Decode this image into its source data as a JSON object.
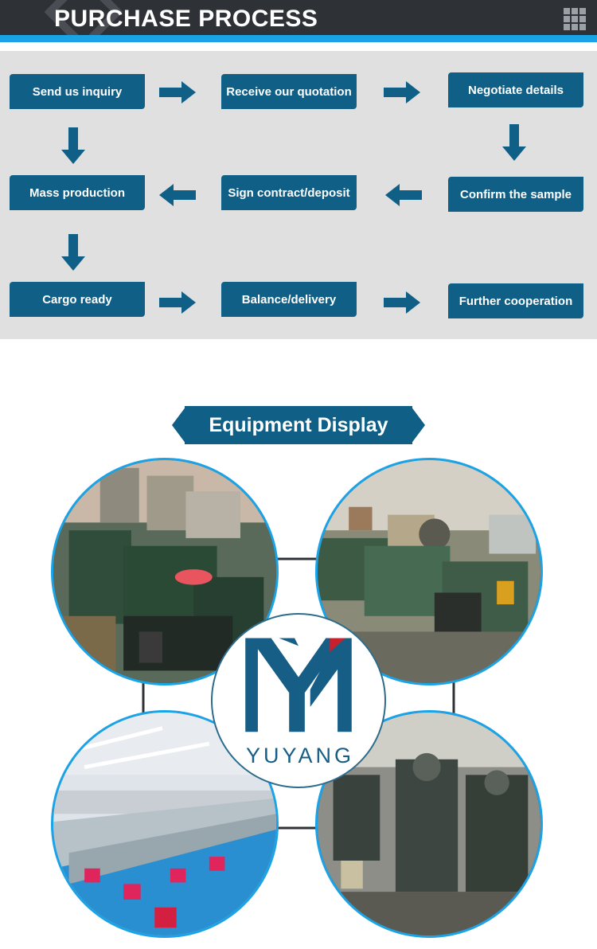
{
  "header": {
    "title": "PURCHASE PROCESS",
    "menu_icon": "grid-menu-icon"
  },
  "process": {
    "steps": [
      "Send us inquiry",
      "Receive our quotation",
      "Negotiate details",
      "Confirm the sample",
      "Sign contract/deposit",
      "Mass production",
      "Cargo ready",
      "Balance/delivery",
      "Further cooperation"
    ]
  },
  "equipment": {
    "title": "Equipment Display",
    "logo_text": "YUYANG",
    "photos": [
      "factory-photo-cold-heading",
      "factory-photo-machines",
      "factory-photo-workshop",
      "factory-photo-presses"
    ]
  },
  "colors": {
    "primary": "#0f5f86",
    "accent": "#1aa3e6",
    "header_bg": "#2e3136",
    "panel_bg": "#e0e0e0",
    "logo_red": "#c8202c"
  }
}
